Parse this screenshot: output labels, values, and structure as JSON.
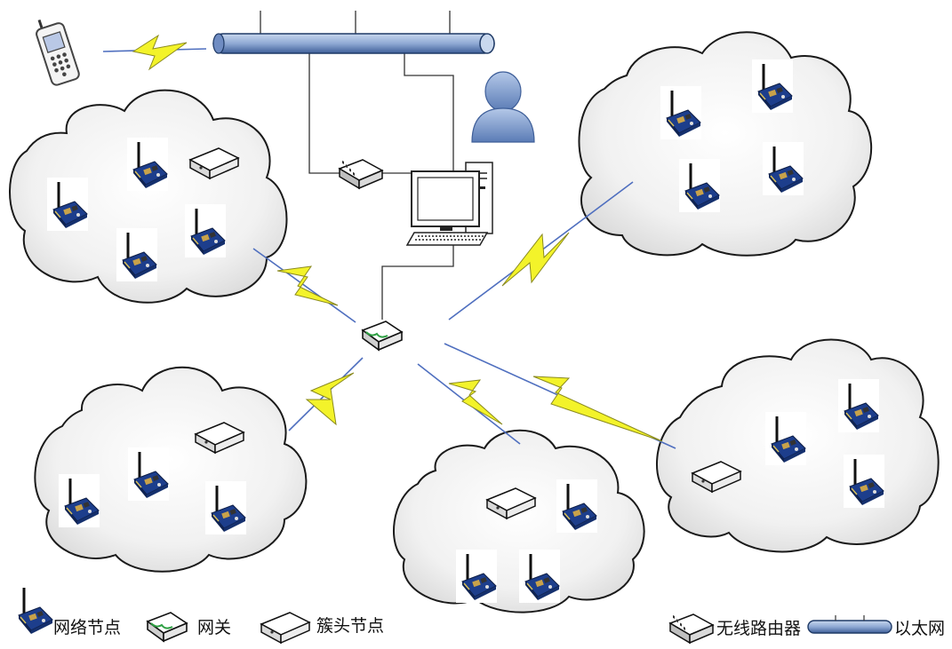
{
  "legend": {
    "node_label": "网络节点",
    "gateway_label": "网关",
    "cluster_head_label": "簇头节点",
    "router_label": "无线路由器",
    "ethernet_label": "以太网"
  },
  "colors": {
    "cloud_fill": "#f2f2f2",
    "cloud_stroke": "#1a1a1a",
    "bolt_fill": "#f3f32a",
    "wireless_link": "#4f6fbf",
    "ethernet_pipe": "#9db6dc",
    "person": "#8fa9d4",
    "wire": "#333333"
  },
  "icons": [
    "sensor-node-icon",
    "cluster-head-icon",
    "gateway-icon",
    "router-icon",
    "computer-icon",
    "person-icon",
    "mobile-phone-icon",
    "ethernet-bus-icon",
    "lightning-bolt-icon"
  ]
}
